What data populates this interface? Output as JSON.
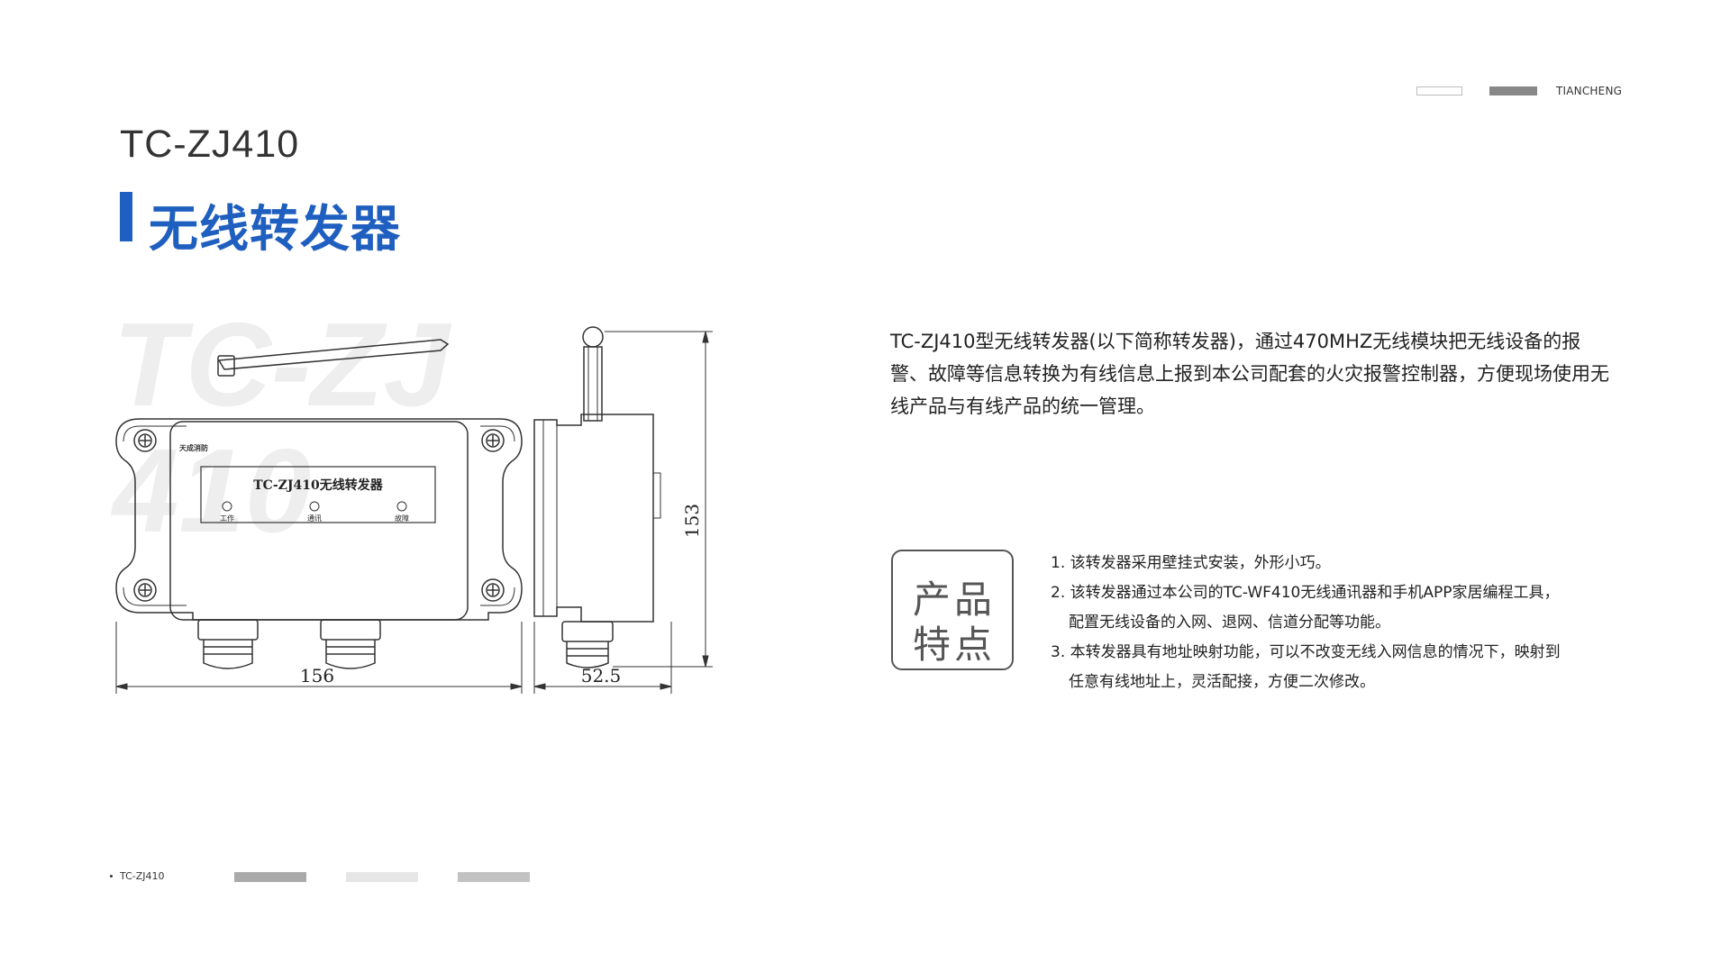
{
  "header": {
    "brand": "TIANCHENG"
  },
  "product": {
    "model": "TC-ZJ410",
    "title": "无线转发器",
    "watermark_line1": "TC-ZJ",
    "watermark_line2": "410"
  },
  "drawing": {
    "panel_title": "TC-ZJ410无线转发器",
    "panel_logo": "天成消防",
    "indicators": [
      "工作",
      "通讯",
      "故障"
    ],
    "dim_width": "156",
    "dim_depth": "52.5",
    "dim_height": "153"
  },
  "intro": "TC-ZJ410型无线转发器(以下简称转发器)，通过470MHZ无线模块把无线设备的报警、故障等信息转换为有线信息上报到本公司配套的火灾报警控制器，方便现场使用无线产品与有线产品的统一管理。",
  "badge": {
    "line1": "产品",
    "line2": "特点"
  },
  "features": [
    {
      "line1": "1. 该转发器采用壁挂式安装，外形小巧。",
      "line2": ""
    },
    {
      "line1": "2. 该转发器通过本公司的TC-WF410无线通讯器和手机APP家居编程工具，",
      "line2": "配置无线设备的入网、退网、信道分配等功能。"
    },
    {
      "line1": "3. 本转发器具有地址映射功能，可以不改变无线入网信息的情况下，映射到",
      "line2": "任意有线地址上，灵活配接，方便二次修改。"
    }
  ],
  "footer": {
    "model": "TC-ZJ410"
  },
  "colors": {
    "accent": "#1f5fbf",
    "text": "#222222",
    "line": "#333333",
    "watermark": "#eeeeee"
  }
}
